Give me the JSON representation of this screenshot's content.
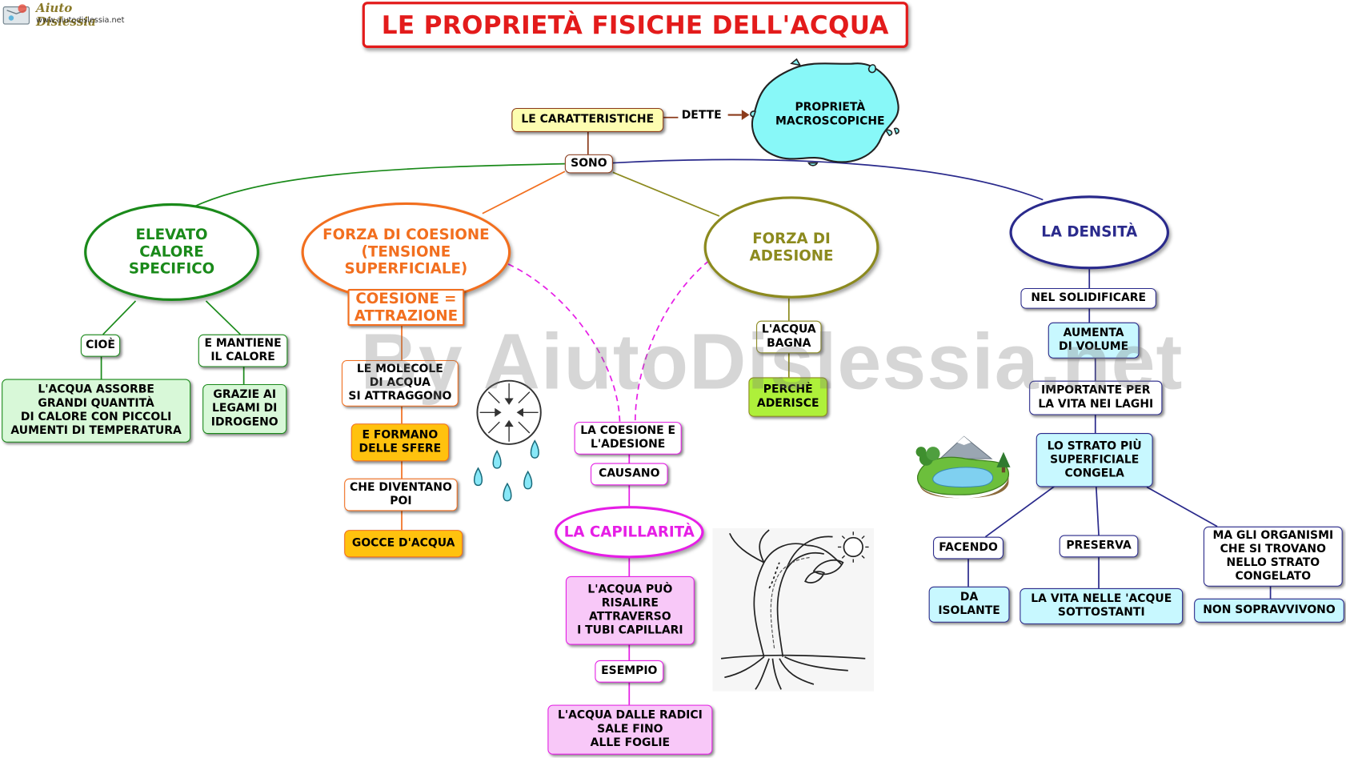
{
  "logo": {
    "name": "Aiuto Dislessia",
    "url": "www.aiutodislessia.net"
  },
  "title": "LE PROPRIETÀ FISICHE DELL'ACQUA",
  "watermark": "By AiutoDislessia.net",
  "top": {
    "caratteristiche": "LE CARATTERISTICHE",
    "dette": "DETTE",
    "macroscopiche": "PROPRIETÀ\nMACROSCOPICHE",
    "sono": "SONO"
  },
  "calore": {
    "title": "ELEVATO\nCALORE\nSPECIFICO",
    "cioe": "CIOÈ",
    "assorbe": "L'ACQUA ASSORBE\nGRANDI QUANTITÀ\nDI CALORE CON PICCOLI\nAUMENTI DI TEMPERATURA",
    "mantiene": "E MANTIENE\nIL CALORE",
    "legami": "GRAZIE AI\nLEGAMI DI\nIDROGENO"
  },
  "coesione": {
    "title": "FORZA DI COESIONE\n(TENSIONE\nSUPERFICIALE)",
    "attrazione": "COESIONE =\nATTRAZIONE",
    "molecole": "LE MOLECOLE\nDI ACQUA\nSI ATTRAGGONO",
    "sfere": "E FORMANO\nDELLE SFERE",
    "diventano": "CHE DIVENTANO\nPOI",
    "gocce": "GOCCE D'ACQUA"
  },
  "adesione": {
    "title": "FORZA DI\nADESIONE",
    "bagna": "L'ACQUA\nBAGNA",
    "aderisce": "PERCHÈ\nADERISCE"
  },
  "capillarita": {
    "coes_ades": "LA COESIONE E\nL'ADESIONE",
    "causano": "CAUSANO",
    "title": "LA CAPILLARITÀ",
    "risalire": "L'ACQUA PUÒ\nRISALIRE\nATTRAVERSO\nI TUBI CAPILLARI",
    "esempio": "ESEMPIO",
    "radici": "L'ACQUA DALLE RADICI\nSALE FINO\nALLE FOGLIE"
  },
  "densita": {
    "title": "LA DENSITÀ",
    "solidificare": "NEL SOLIDIFICARE",
    "aumenta": "AUMENTA\nDI  VOLUME",
    "importante": "IMPORTANTE PER\nLA VITA NEI LAGHI",
    "strato": "LO STRATO PIÙ\nSUPERFICIALE\nCONGELA",
    "facendo": "FACENDO",
    "isolante": "DA\nISOLANTE",
    "preserva": "PRESERVA",
    "vita": "LA VITA NELLE 'ACQUE\nSOTTOSTANTI",
    "organismi": "MA GLI ORGANISMI\nCHE SI TROVANO\nNELLO STRATO\nCONGELATO",
    "sopravvivono": "NON SOPRAVVIVONO"
  },
  "colors": {
    "green": "#1a8a1a",
    "orange": "#f26f1f",
    "olive": "#8c8a1e",
    "navy": "#2a2a8c",
    "magenta": "#e61ee6",
    "red": "#e31b1b",
    "brown": "#8b3a1a",
    "cyan": "#88f8f8"
  },
  "icons": [
    "logo-icon",
    "water-splash-icon",
    "droplets-icon",
    "sphere-molecules-icon",
    "lake-landscape-icon",
    "tree-capillarity-icon"
  ]
}
